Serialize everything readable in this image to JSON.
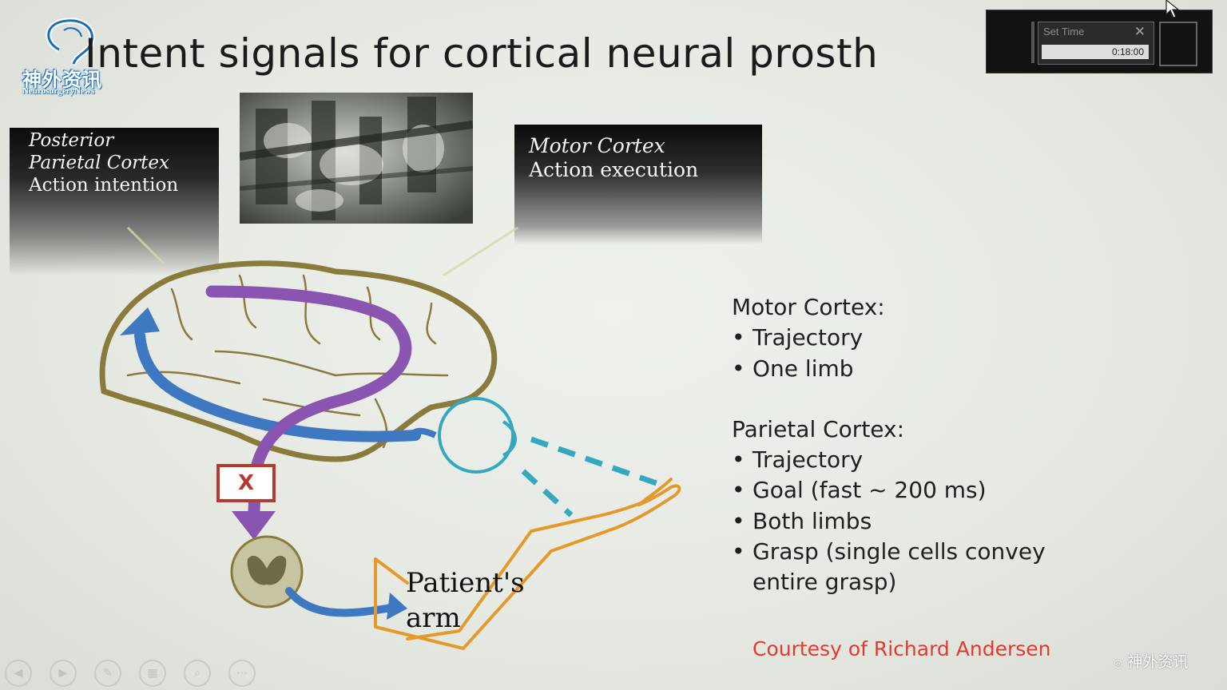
{
  "logo": {
    "cn": "神外资讯",
    "en": "NeurosurgeryNews"
  },
  "slide": {
    "title": "Intent signals for cortical neural prosth",
    "ppc_box": {
      "line1": "Posterior",
      "line2": "Parietal Cortex",
      "line3": "Action intention"
    },
    "mc_box": {
      "line1": "Motor Cortex",
      "line2": "Action execution"
    },
    "block_mark": "X",
    "arm_label": {
      "line1": "Patient's",
      "line2": "arm"
    },
    "motor": {
      "heading": "Motor Cortex:",
      "items": [
        "Trajectory",
        "One limb"
      ]
    },
    "parietal": {
      "heading": "Parietal Cortex:",
      "items": [
        "Trajectory",
        "Goal (fast ~ 200 ms)",
        "Both limbs",
        "Grasp (single cells convey"
      ],
      "continuation": "entire grasp)"
    },
    "courtesy": "Courtesy of Richard Andersen"
  },
  "timer": {
    "label": "Set Time",
    "value": "0:18:00"
  },
  "watermark": "神外资讯",
  "toolbar": {
    "icons": [
      "previous-icon",
      "next-icon",
      "pen-icon",
      "slides-icon",
      "zoom-icon",
      "more-icon"
    ]
  },
  "colors": {
    "accent_red": "#e23a2f",
    "brain_outline": "#8a7a3c",
    "purple_path": "#8a55b0",
    "blue_path": "#3d78c0",
    "teal_eye": "#35a8c0",
    "orange_arm": "#e39a2a"
  }
}
